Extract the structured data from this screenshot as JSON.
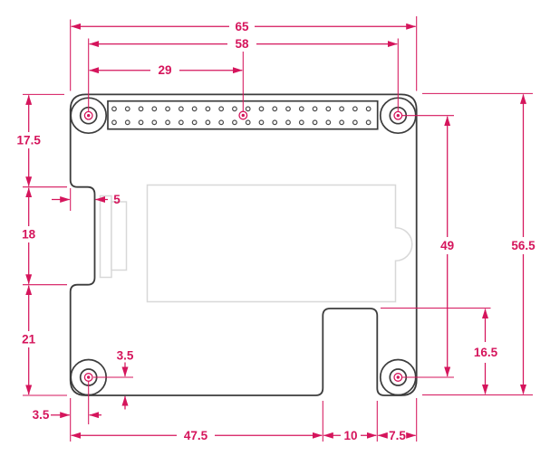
{
  "drawing": {
    "kind": "pcb-mechanical-dimension-drawing",
    "colors": {
      "dimension": "#d5155c",
      "board_outline": "#3c3c3c",
      "component_outline": "#d8d8d8",
      "background": "#ffffff"
    }
  },
  "dims": {
    "board_width": "65",
    "hole_span_x": "58",
    "hole_to_center": "29",
    "top_to_notch": "17.5",
    "notch_height": "18",
    "notch_to_bottom": "21",
    "left_notch_depth": "5",
    "hole_span_y": "49",
    "board_height": "56.5",
    "bottom_notch_height": "16.5",
    "hole_offset_x": "3.5",
    "hole_offset_y": "3.5",
    "bottom_span_left": "47.5",
    "bottom_notch_width": "10",
    "bottom_span_right": "7.5"
  },
  "connector": {
    "rows": 2,
    "columns": 20
  },
  "mounting_holes": {
    "count": 4
  }
}
